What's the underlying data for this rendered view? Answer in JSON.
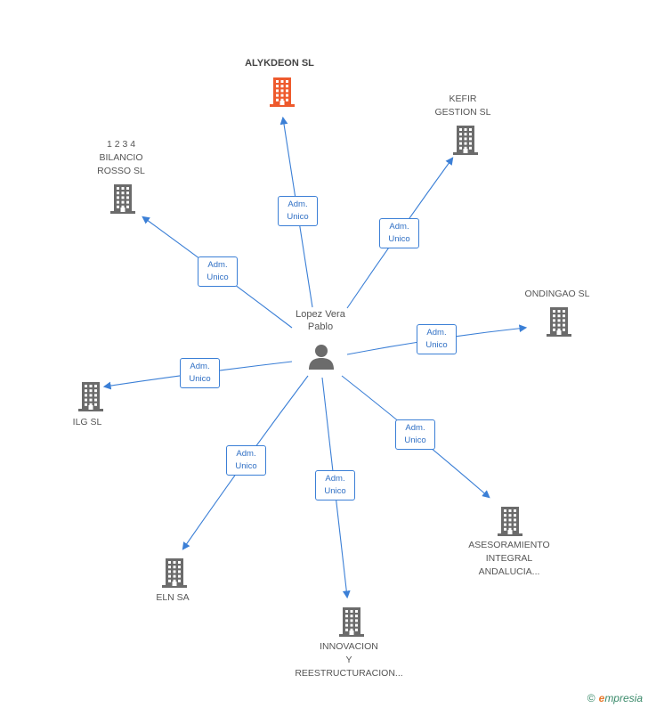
{
  "center": {
    "name": "Lopez Vera\nPablo",
    "icon": "person-icon"
  },
  "nodes": [
    {
      "id": "alykdeon",
      "label": "ALYKDEON SL",
      "highlight": true,
      "color": "#ee5a2d"
    },
    {
      "id": "kefir",
      "label": "KEFIR\nGESTION  SL"
    },
    {
      "id": "bilancio",
      "label": "1 2 3 4\nBILANCIO\nROSSO SL"
    },
    {
      "id": "ondingao",
      "label": "ONDINGAO  SL"
    },
    {
      "id": "ilg",
      "label": "ILG  SL"
    },
    {
      "id": "asesoramiento",
      "label": "ASESORAMIENTO\nINTEGRAL\nANDALUCIA..."
    },
    {
      "id": "eln",
      "label": "ELN SA"
    },
    {
      "id": "innovacion",
      "label": "INNOVACION\nY\nREESTRUCTURACION..."
    }
  ],
  "edge_label": "Adm.\nUnico",
  "colors": {
    "edge": "#3b7fd6",
    "building": "#6b6b6b",
    "highlight": "#ee5a2d"
  },
  "footer": {
    "copyright": "©",
    "brand_first": "e",
    "brand_rest": "mpresia"
  }
}
